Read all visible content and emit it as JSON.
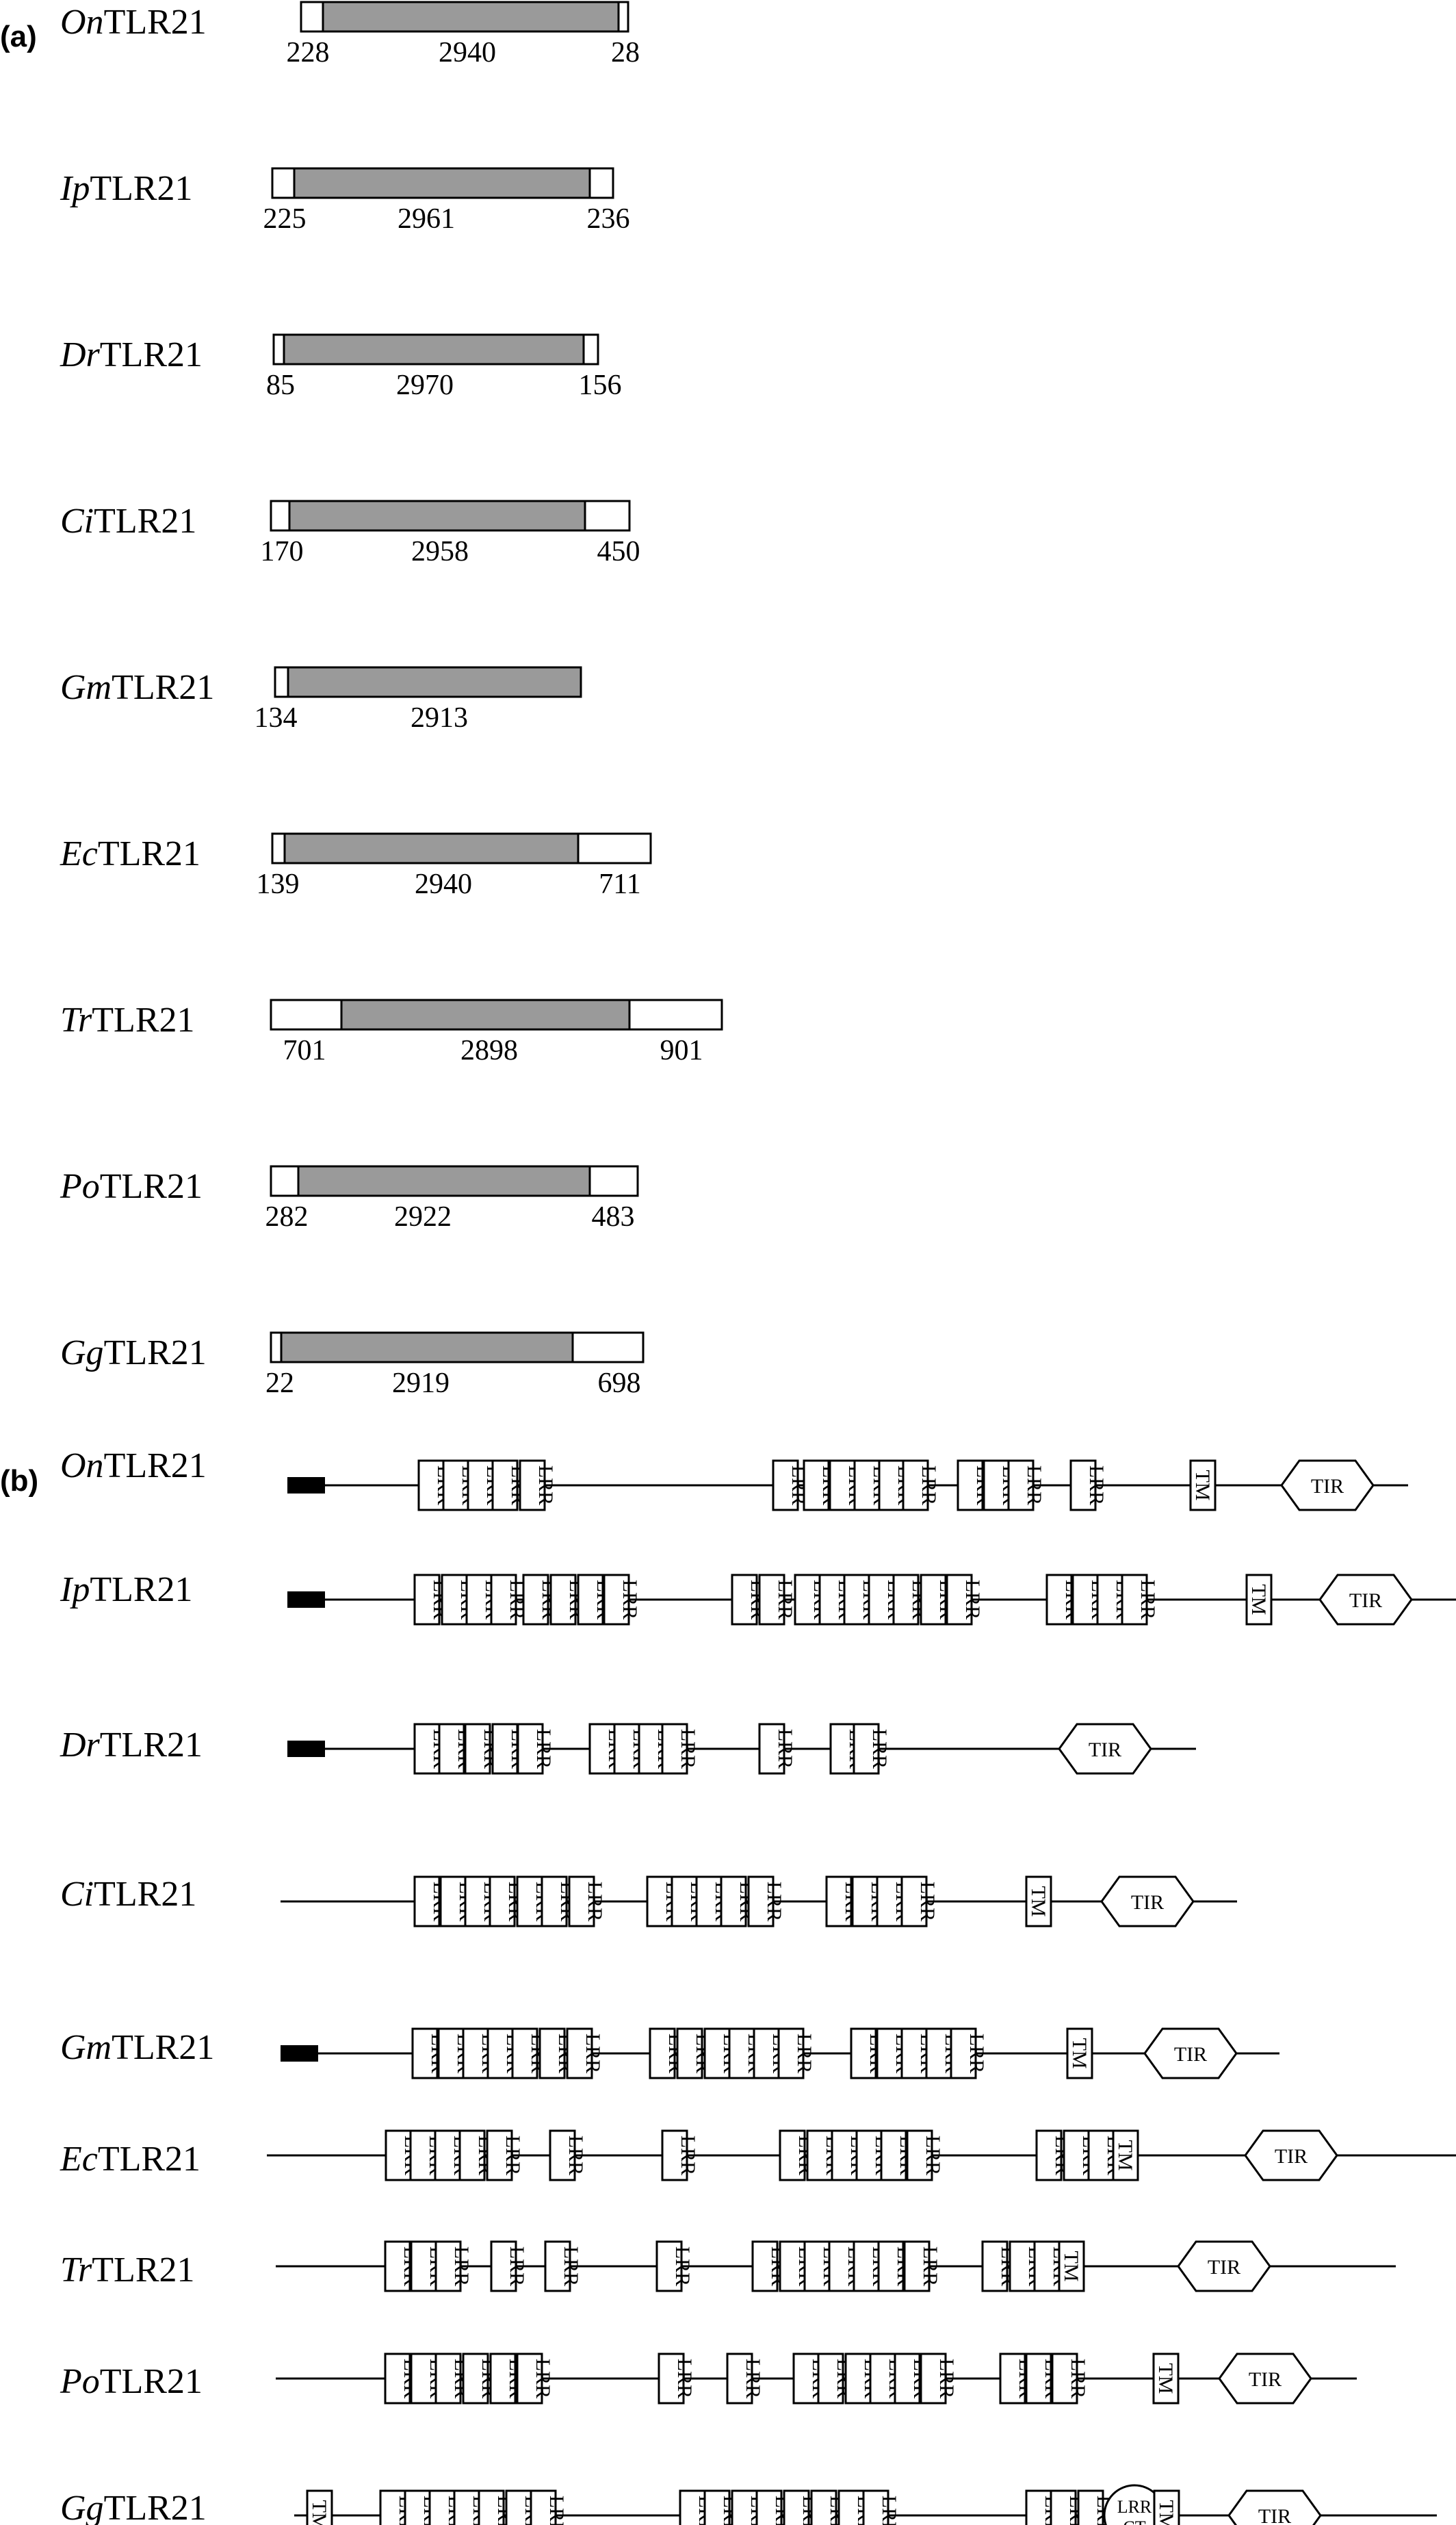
{
  "panel_a": {
    "label": "(a)",
    "rows": [
      {
        "prefix": "On",
        "suffix": "TLR21",
        "utr5": "228",
        "cds": "2940",
        "utr3": "28"
      },
      {
        "prefix": "Ip",
        "suffix": "TLR21",
        "utr5": "225",
        "cds": "2961",
        "utr3": "236"
      },
      {
        "prefix": "Dr",
        "suffix": "TLR21",
        "utr5": "85",
        "cds": "2970",
        "utr3": "156"
      },
      {
        "prefix": "Ci",
        "suffix": "TLR21",
        "utr5": "170",
        "cds": "2958",
        "utr3": "450"
      },
      {
        "prefix": "Gm",
        "suffix": "TLR21",
        "utr5": "134",
        "cds": "2913",
        "utr3": ""
      },
      {
        "prefix": "Ec",
        "suffix": "TLR21",
        "utr5": "139",
        "cds": "2940",
        "utr3": "711"
      },
      {
        "prefix": "Tr",
        "suffix": "TLR21",
        "utr5": "701",
        "cds": "2898",
        "utr3": "901"
      },
      {
        "prefix": "Po",
        "suffix": "TLR21",
        "utr5": "282",
        "cds": "2922",
        "utr3": "483"
      },
      {
        "prefix": "Gg",
        "suffix": "TLR21",
        "utr5": "22",
        "cds": "2919",
        "utr3": "698"
      }
    ]
  },
  "panel_b": {
    "label": "(b)",
    "domain_labels": {
      "lrr": "LRR",
      "tm": "TM",
      "tir": "TIR",
      "lrrct_top": "LRR",
      "lrrct_bottom": "CT"
    },
    "rows": [
      {
        "prefix": "On",
        "suffix": "TLR21",
        "signal_peptide": true,
        "domains": [
          "LRR",
          "LRR",
          "LRR",
          "LRR",
          "LRR",
          "LRR",
          "LRR",
          "LRR",
          "LRR",
          "LRR",
          "LRR",
          "LRR",
          "LRR",
          "LRR",
          "LRR",
          "TM",
          "TIR"
        ]
      },
      {
        "prefix": "Ip",
        "suffix": "TLR21",
        "signal_peptide": true,
        "domains": [
          "LRR",
          "LRR",
          "LRR",
          "LRR",
          "LRR",
          "LRR",
          "LRR",
          "LRR",
          "LRR",
          "LRR",
          "LRR",
          "LRR",
          "LRR",
          "LRR",
          "LRR",
          "LRR",
          "LRR",
          "LRR",
          "LRR",
          "LRR",
          "LRR",
          "TM",
          "TIR"
        ]
      },
      {
        "prefix": "Dr",
        "suffix": "TLR21",
        "signal_peptide": true,
        "domains": [
          "LRR",
          "LRR",
          "LRR",
          "LRR",
          "LRR",
          "LRR",
          "LRR",
          "LRR",
          "LRR",
          "LRR",
          "LRR",
          "LRR",
          "TIR"
        ]
      },
      {
        "prefix": "Ci",
        "suffix": "TLR21",
        "signal_peptide": false,
        "domains": [
          "LRR",
          "LRR",
          "LRR",
          "LRR",
          "LRR",
          "LRR",
          "LRR",
          "LRR",
          "LRR",
          "LRR",
          "LRR",
          "LRR",
          "LRR",
          "LRR",
          "LRR",
          "LRR",
          "TM",
          "TIR"
        ]
      },
      {
        "prefix": "Gm",
        "suffix": "TLR21",
        "signal_peptide": true,
        "domains": [
          "LRR",
          "LRR",
          "LRR",
          "LRR",
          "LRR",
          "LRR",
          "LRR",
          "LRR",
          "LRR",
          "LRR",
          "LRR",
          "LRR",
          "LRR",
          "LRR",
          "LRR",
          "LRR",
          "LRR",
          "LRR",
          "TM",
          "TIR"
        ]
      },
      {
        "prefix": "Ec",
        "suffix": "TLR21",
        "signal_peptide": false,
        "domains": [
          "LRR",
          "LRR",
          "LRR",
          "LRR",
          "LRR",
          "LRR",
          "LRR",
          "LRR",
          "LRR",
          "LRR",
          "LRR",
          "LRR",
          "LRR",
          "LRR",
          "LRR",
          "LRR",
          "TM",
          "TIR"
        ]
      },
      {
        "prefix": "Tr",
        "suffix": "TLR21",
        "signal_peptide": false,
        "domains": [
          "LRR",
          "LRR",
          "LRR",
          "LRR",
          "LRR",
          "LRR",
          "LRR",
          "LRR",
          "LRR",
          "LRR",
          "LRR",
          "LRR",
          "LRR",
          "LRR",
          "LRR",
          "LRR",
          "TM",
          "TIR"
        ]
      },
      {
        "prefix": "Po",
        "suffix": "TLR21",
        "signal_peptide": false,
        "domains": [
          "LRR",
          "LRR",
          "LRR",
          "LRR",
          "LRR",
          "LRR",
          "LRR",
          "LRR",
          "LRR",
          "LRR",
          "LRR",
          "LRR",
          "LRR",
          "LRR",
          "LRR",
          "LRR",
          "LRR",
          "TM",
          "TIR"
        ]
      },
      {
        "prefix": "Gg",
        "suffix": "TLR21",
        "signal_peptide": false,
        "domains": [
          "TM",
          "LRR",
          "LRR",
          "LRR",
          "LRR",
          "LRR",
          "LRR",
          "LRR",
          "LRR",
          "LRR",
          "LRR",
          "LRR",
          "LRR",
          "LRR",
          "LRR",
          "LRR",
          "LRR",
          "LRR",
          "LRR",
          "LRRCT",
          "TM",
          "TIR"
        ]
      }
    ]
  },
  "colors": {
    "cds_fill": "#9a9a9a",
    "line": "#000000",
    "signal_peptide": "#000000"
  }
}
